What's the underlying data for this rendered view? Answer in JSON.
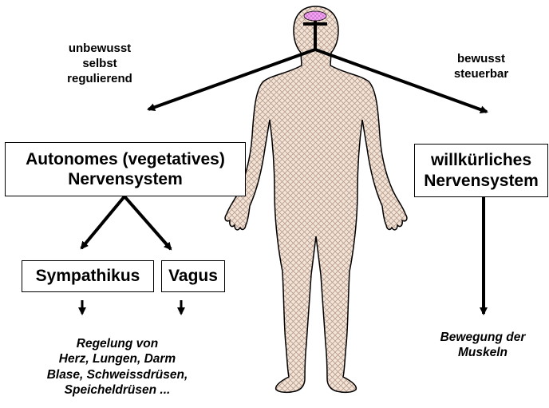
{
  "labels": {
    "unconscious": [
      "unbewusst",
      "selbst",
      "regulierend"
    ],
    "conscious": [
      "bewusst",
      "steuerbar"
    ]
  },
  "boxes": {
    "autonomic": [
      "Autonomes (vegetatives)",
      "Nervensystem"
    ],
    "voluntary": [
      "willkürliches",
      "Nervensystem"
    ],
    "sympathetic": "Sympathikus",
    "vagus": "Vagus"
  },
  "effects": {
    "autonomic": [
      "Regelung von",
      "Herz, Lungen, Darm",
      "Blase, Schweissdrüsen,",
      "Speicheldrüsen ..."
    ],
    "voluntary": [
      "Bewegung der",
      "Muskeln"
    ]
  },
  "colors": {
    "body_fill": "#f3e4d8",
    "body_pattern": "#b79b8a",
    "brain_fill": "#f3a6f3"
  }
}
